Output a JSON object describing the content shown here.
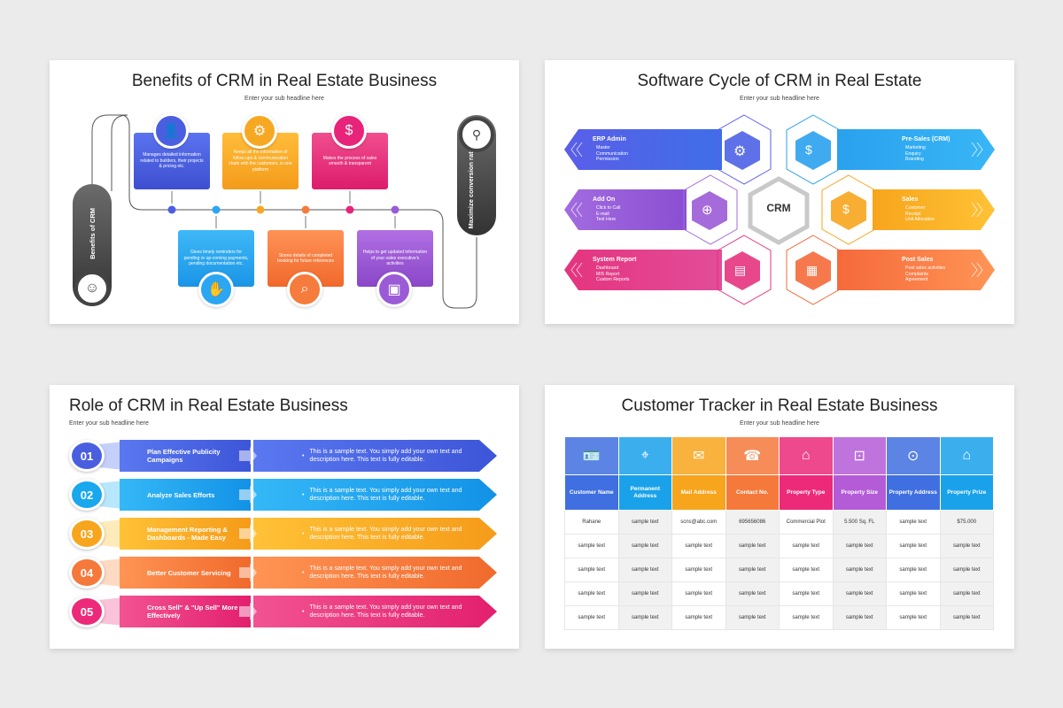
{
  "slide1": {
    "title": "Benefits of CRM in Real Estate Business",
    "subtitle": "Enter your sub headline here",
    "left_pill": "Benefits of CRM",
    "right_pill": "Maximize conversion rates",
    "top_boxes": [
      {
        "text": "Manages detailed information related to builders, their projects & pricing etc.",
        "color": "#4a5fe0"
      },
      {
        "text": "Keeps all the information of follow ups & communication chain with the customers, in one platform",
        "color": "#f7a823"
      },
      {
        "text": "Makes the process of sales smooth & transparent",
        "color": "#e8237a"
      }
    ],
    "bottom_boxes": [
      {
        "text": "Gives timely reminders for pending or up-coming payments, pending documentation etc.",
        "color": "#2aa6f2"
      },
      {
        "text": "Stores details of completed booking for future references",
        "color": "#f57c3c"
      },
      {
        "text": "Helps to get updated information of your sales executive's activities",
        "color": "#9b5bd6"
      }
    ],
    "dot_colors": [
      "#4a5fe0",
      "#2aa6f2",
      "#f7a823",
      "#f57c3c",
      "#e8237a",
      "#9b5bd6"
    ]
  },
  "slide2": {
    "title": "Software Cycle of CRM in Real Estate",
    "subtitle": "Enter your sub headline here",
    "center": "CRM",
    "left": [
      {
        "title": "ERP Admin",
        "items": [
          "Master",
          "Communication",
          "Permission"
        ]
      },
      {
        "title": "Add On",
        "items": [
          "Click to Call",
          "E-mail",
          "Text Here"
        ]
      },
      {
        "title": "System Report",
        "items": [
          "Dashboard",
          "MIS Report",
          "Custom Reports"
        ]
      }
    ],
    "right": [
      {
        "title": "Pre-Sales (CRM)",
        "items": [
          "Marketing",
          "Enquiry",
          "Branding"
        ]
      },
      {
        "title": "Sales",
        "items": [
          "Customer",
          "Receipt",
          "Unit Allocation"
        ]
      },
      {
        "title": "Post Sales",
        "items": [
          "Post sales activities",
          "Complaints",
          "Agreement"
        ]
      }
    ]
  },
  "slide3": {
    "title": "Role of CRM in Real Estate Business",
    "subtitle": "Enter your sub headline here",
    "rows": [
      {
        "num": "01",
        "label": "Plan Effective Publicity Campaigns",
        "desc": "This is a sample text. You simply add your own text and description here. This text is fully editable.",
        "color": "#4a5fe0"
      },
      {
        "num": "02",
        "label": "Analyze Sales Efforts",
        "desc": "This is a sample text. You simply add your own text and description here. This text is fully editable.",
        "color": "#19a7ee"
      },
      {
        "num": "03",
        "label": "Management Reporting & Dashboards - Made Easy",
        "desc": "This is a sample text. You simply add your own text and description here. This text is fully editable.",
        "color": "#f7a51c"
      },
      {
        "num": "04",
        "label": "Better Customer Servicing",
        "desc": "This is a sample text. You simply add your own text and description here. This text is fully editable.",
        "color": "#f5793b"
      },
      {
        "num": "05",
        "label": "Cross Sell\" & \"Up Sell\" More Effectively",
        "desc": "This is a sample text. You simply add your own text and description here. This text is fully editable.",
        "color": "#ec2a79"
      }
    ]
  },
  "slide4": {
    "title": "Customer Tracker in Real Estate Business",
    "subtitle": "Enter your sub headline here",
    "columns": [
      {
        "label": "Customer Name",
        "color": "#3f6fe0"
      },
      {
        "label": "Permanent Address",
        "color": "#19a2ea"
      },
      {
        "label": "Mail Address",
        "color": "#f7a51c"
      },
      {
        "label": "Contact No.",
        "color": "#f5793b"
      },
      {
        "label": "Property Type",
        "color": "#ec2a79"
      },
      {
        "label": "Property Size",
        "color": "#b45bd8"
      },
      {
        "label": "Property Address",
        "color": "#3f6fe0"
      },
      {
        "label": "Property Prize",
        "color": "#19a2ea"
      }
    ],
    "rows": [
      [
        "Rahane",
        "sample text",
        "scns@abc.com",
        "695656086",
        "Commercial Plot",
        "5.500 Sq. FL",
        "sample text",
        "$75.000"
      ],
      [
        "sample text",
        "sample text",
        "sample text",
        "sample text",
        "sample text",
        "sample text",
        "sample text",
        "sample text"
      ],
      [
        "sample text",
        "sample text",
        "sample text",
        "sample text",
        "sample text",
        "sample text",
        "sample text",
        "sample text"
      ],
      [
        "sample text",
        "sample text",
        "sample text",
        "sample text",
        "sample text",
        "sample text",
        "sample text",
        "sample text"
      ],
      [
        "sample text",
        "sample text",
        "sample text",
        "sample text",
        "sample text",
        "sample text",
        "sample text",
        "sample text"
      ]
    ]
  }
}
